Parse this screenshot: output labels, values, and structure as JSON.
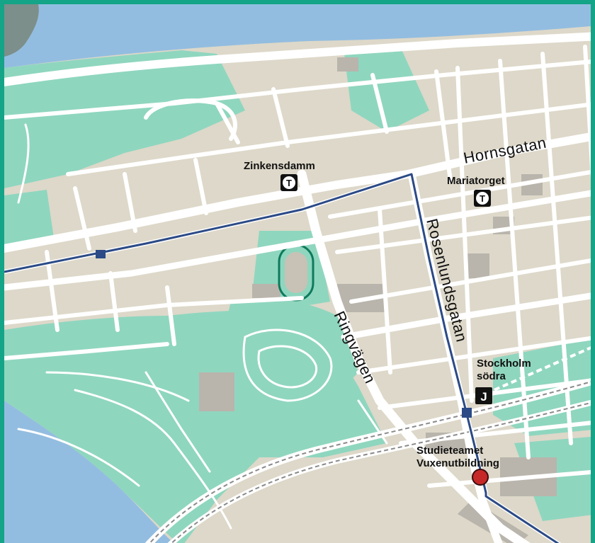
{
  "colors": {
    "water": "#93bde0",
    "park": "#8fd6bf",
    "block": "#ddd8c9",
    "building": "#b9b5ac",
    "road": "#ffffff",
    "route": "#2b4a86",
    "frame": "#14a487",
    "destination": "#c62828",
    "rail": "#8a8a8a"
  },
  "streets": {
    "hornsgatan": "Hornsgatan",
    "ringvagen": "Ringvägen",
    "rosenlundsgatan": "Rosenlundsgatan"
  },
  "stations": {
    "zinkensdamm": {
      "name": "Zinkensdamm",
      "icon": "metro-icon",
      "symbol": "T"
    },
    "mariatorget": {
      "name": "Mariatorget",
      "icon": "metro-icon",
      "symbol": "T"
    },
    "stockholm_sodra": {
      "name_line1": "Stockholm",
      "name_line2": "södra",
      "icon": "commuter-rail-icon",
      "symbol": "J"
    }
  },
  "destination": {
    "name_line1": "Studieteamet",
    "name_line2": "Vuxenutbildning",
    "icon": "destination-marker-icon"
  },
  "route": {
    "icon": "bus-stop-icon"
  }
}
